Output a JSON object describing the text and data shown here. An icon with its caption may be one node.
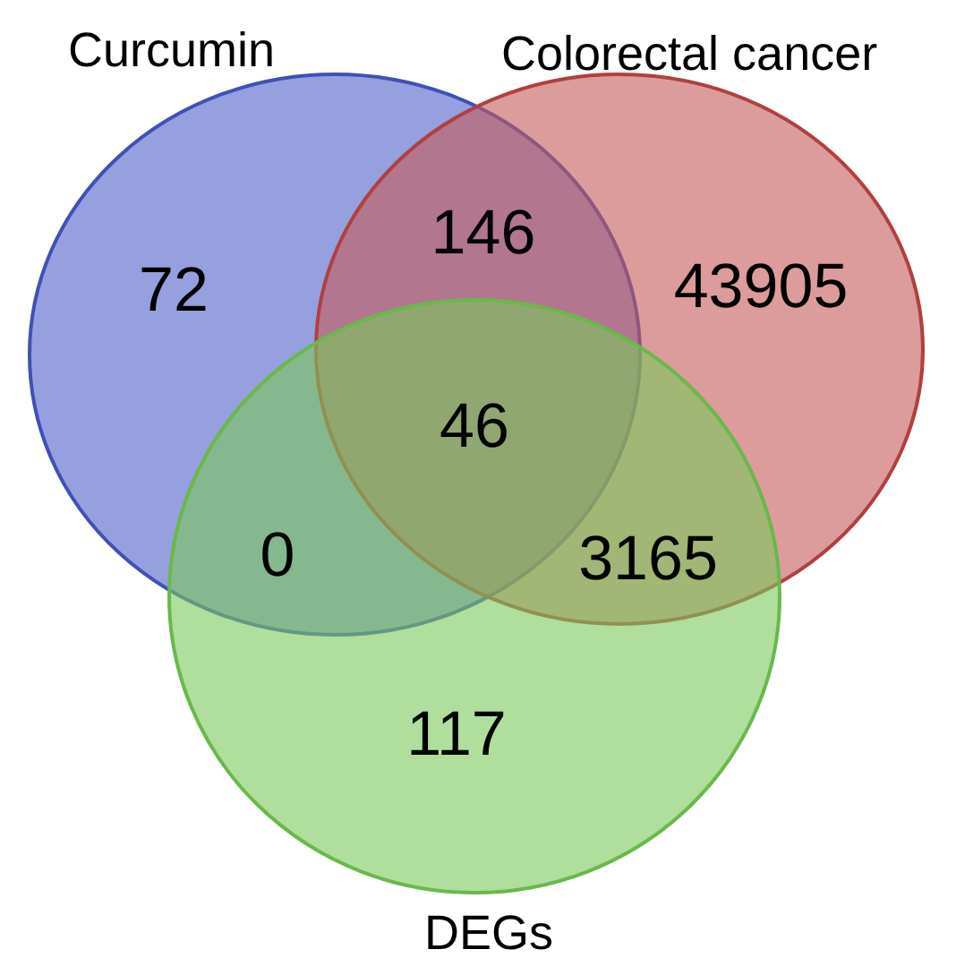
{
  "diagram": {
    "nodes": [
      {
        "text": [
          "Curcumin"
        ]
      },
      {
        "text": [
          "Colorectal cancer"
        ]
      },
      {
        "text": [
          "DEGs"
        ]
      }
    ],
    "edges": [],
    "labels": [
      "72",
      "146",
      "43905",
      "46",
      "0",
      "3165",
      "117"
    ]
  }
}
